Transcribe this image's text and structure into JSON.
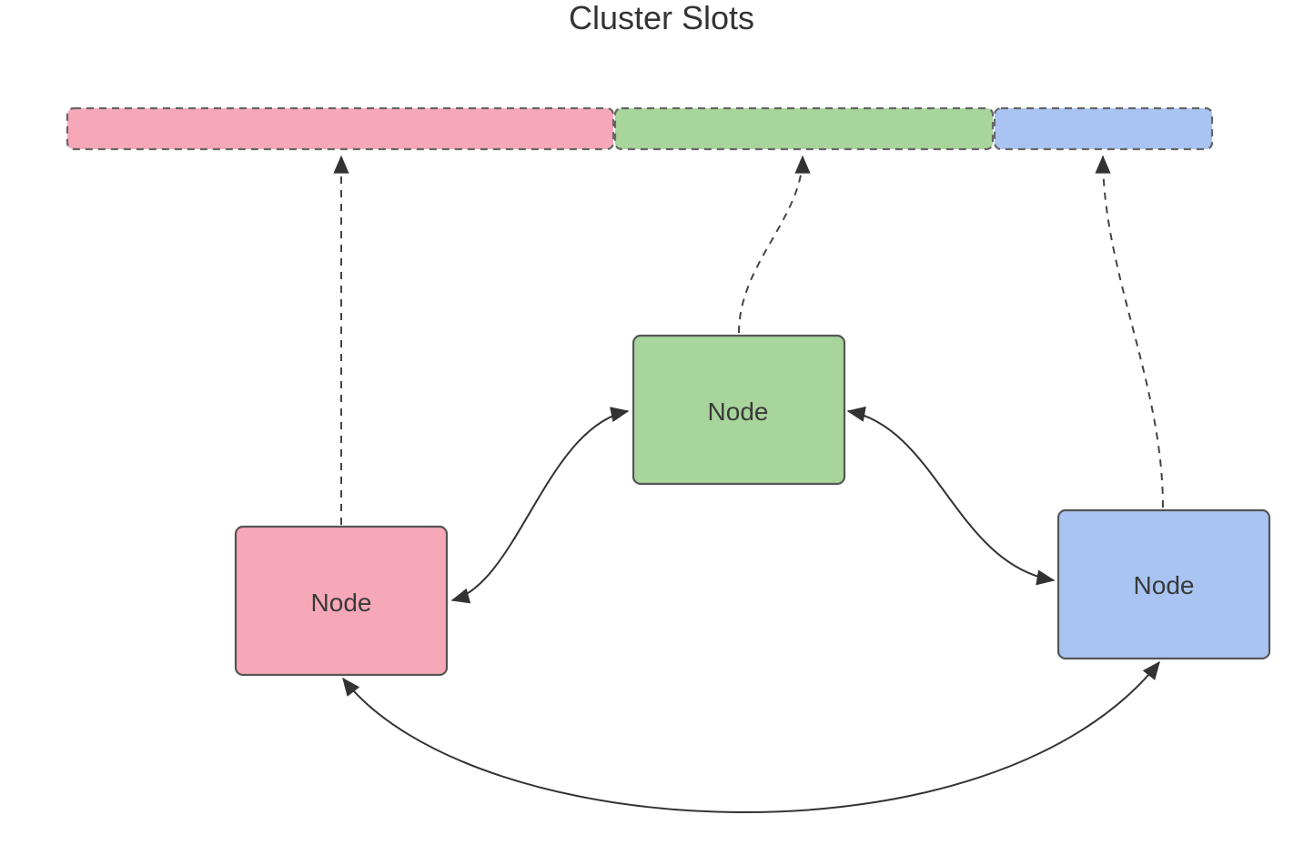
{
  "diagram": {
    "title": "Cluster Slots",
    "slots": [
      {
        "id": "slot-range-pink",
        "color": "#f7a8b8"
      },
      {
        "id": "slot-range-green",
        "color": "#a8d59c"
      },
      {
        "id": "slot-range-blue",
        "color": "#a9c4f2"
      }
    ],
    "nodes": [
      {
        "id": "node-pink",
        "label": "Node",
        "color": "#f7a8b8"
      },
      {
        "id": "node-green",
        "label": "Node",
        "color": "#a8d59c"
      },
      {
        "id": "node-blue",
        "label": "Node",
        "color": "#a9c4f2"
      }
    ],
    "edges": {
      "slot_ownership": [
        {
          "from": "node-pink",
          "to": "slot-range-pink",
          "style": "dashed"
        },
        {
          "from": "node-green",
          "to": "slot-range-green",
          "style": "dashed"
        },
        {
          "from": "node-blue",
          "to": "slot-range-blue",
          "style": "dashed"
        }
      ],
      "peer_links": [
        {
          "from": "node-pink",
          "to": "node-green",
          "direction": "both"
        },
        {
          "from": "node-green",
          "to": "node-blue",
          "direction": "both"
        },
        {
          "from": "node-pink",
          "to": "node-blue",
          "direction": "both"
        }
      ]
    }
  }
}
